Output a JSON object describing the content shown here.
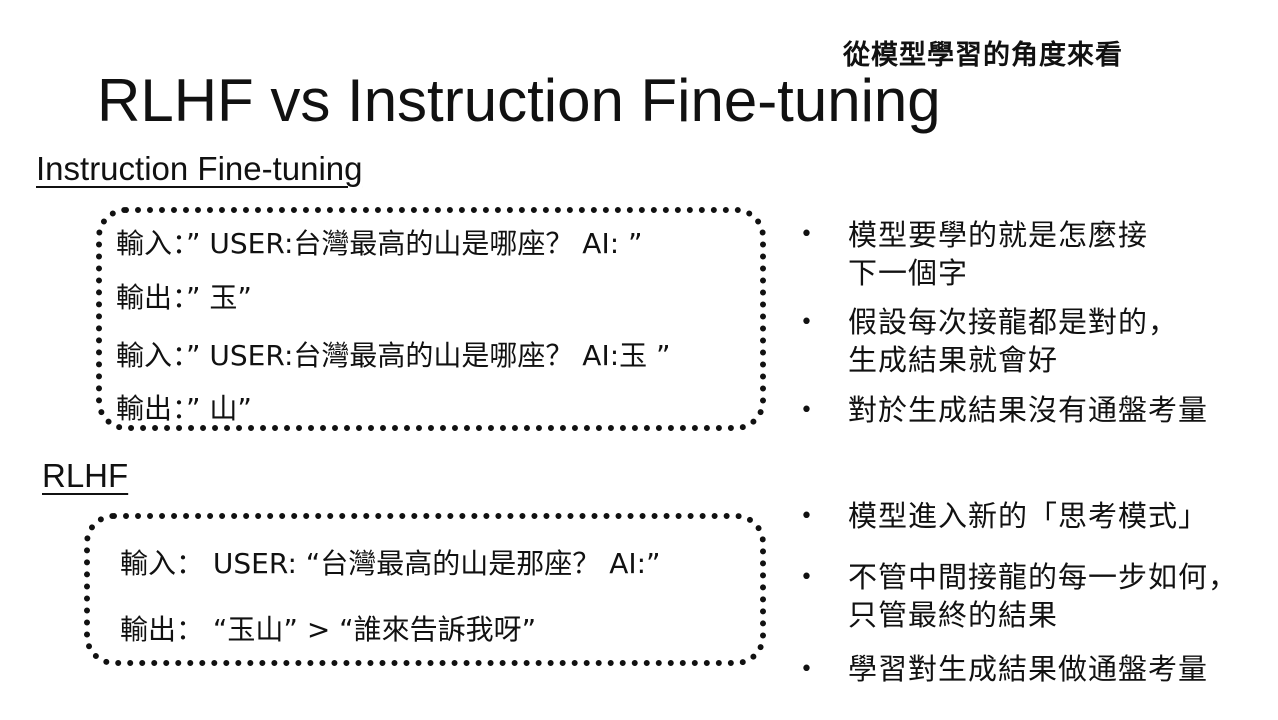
{
  "subtitle": "從模型學習的角度來看",
  "title": "RLHF vs Instruction Fine-tuning",
  "instruction_section": {
    "heading": "Instruction Fine-tuning",
    "examples": [
      "輸入：” USER:台灣最高的山是哪座？ AI: ”",
      "輸出：” 玉”",
      "輸入：” USER:台灣最高的山是哪座？ AI:玉 ”",
      "輸出：” 山”"
    ],
    "bullets": [
      {
        "line1": "模型要學的就是怎麼接",
        "line2": "下一個字"
      },
      {
        "line1": "假設每次接龍都是對的，",
        "line2": "生成結果就會好"
      },
      {
        "line1": "對於生成結果沒有通盤考量",
        "line2": ""
      }
    ]
  },
  "rlhf_section": {
    "heading": "RLHF",
    "examples": [
      "輸入： USER: “台灣最高的山是那座？ AI:”",
      "輸出：  “玉山”   >  “誰來告訴我呀”"
    ],
    "bullets": [
      {
        "line1": "模型進入新的「思考模式」",
        "line2": ""
      },
      {
        "line1": "不管中間接龍的每一步如何，",
        "line2": "只管最終的結果"
      },
      {
        "line1": "學習對生成結果做通盤考量",
        "line2": ""
      }
    ]
  },
  "bullet_symbol": "•"
}
